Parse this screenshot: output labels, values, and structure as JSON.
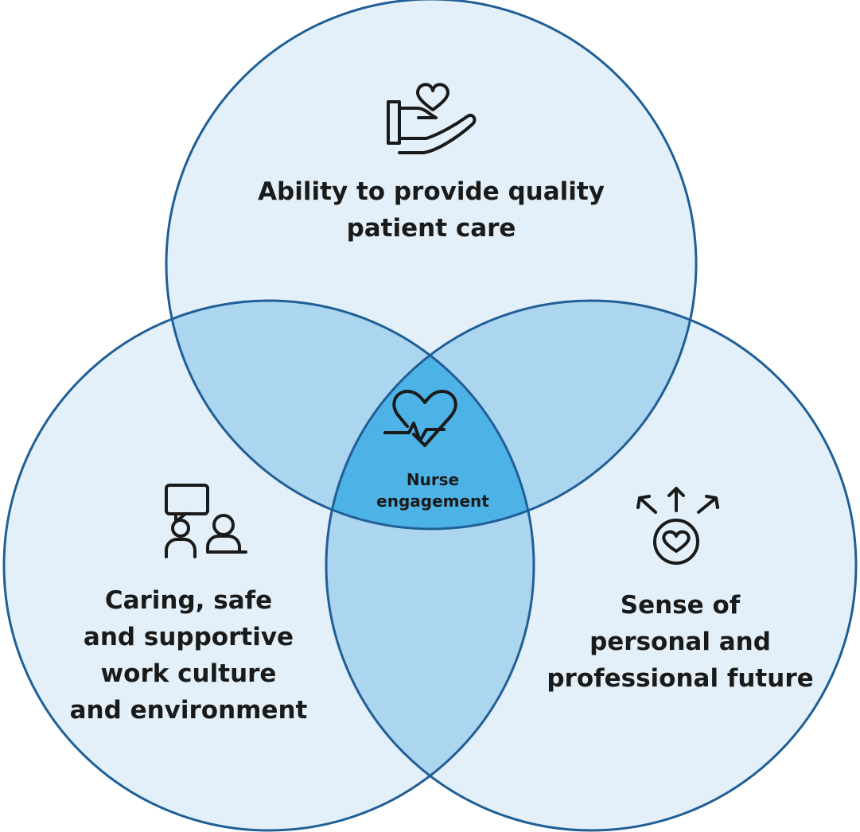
{
  "colors": {
    "circle_fill": "#e3f0f9",
    "pair_overlap_fill": "#acd5f0",
    "center_overlap_fill": "#4db3e6",
    "outline": "#1f5f96",
    "text": "#1a1a1a"
  },
  "diagram": {
    "type": "venn-3",
    "center": {
      "icon": "heart-pulse-icon",
      "line1": "Nurse",
      "line2": "engagement"
    },
    "circles": [
      {
        "id": "top",
        "icon": "hand-heart-icon",
        "lines": [
          "Ability to provide quality",
          "patient care"
        ]
      },
      {
        "id": "left",
        "icon": "people-chat-icon",
        "lines": [
          "Caring, safe",
          "and supportive",
          "work culture",
          "and environment"
        ]
      },
      {
        "id": "right",
        "icon": "heart-growth-arrows-icon",
        "lines": [
          "Sense of",
          "personal and",
          "professional future"
        ]
      }
    ]
  }
}
